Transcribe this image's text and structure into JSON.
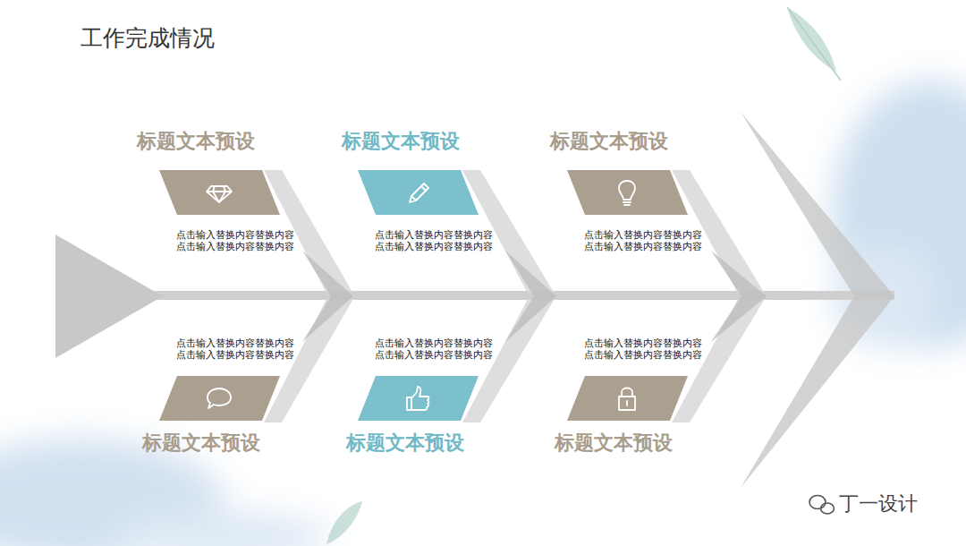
{
  "diagram": {
    "title": "工作完成情况",
    "nodes": [
      {
        "text": [
          "标题文本预设",
          "点击输入替换内容替换内容 点击输入替换内容替换内容"
        ]
      },
      {
        "text": [
          "标题文本预设",
          "点击输入替换内容替换内容 点击输入替换内容替换内容"
        ]
      },
      {
        "text": [
          "标题文本预设",
          "点击输入替换内容替换内容 点击输入替换内容替换内容"
        ]
      },
      {
        "text": [
          "标题文本预设",
          "点击输入替换内容替换内容 点击输入替换内容替换内容"
        ]
      },
      {
        "text": [
          "标题文本预设",
          "点击输入替换内容替换内容 点击输入替换内容替换内容"
        ]
      },
      {
        "text": [
          "标题文本预设",
          "点击输入替换内容替换内容 点击输入替换内容替换内容"
        ]
      }
    ],
    "labels": [
      "丁一设计"
    ]
  }
}
